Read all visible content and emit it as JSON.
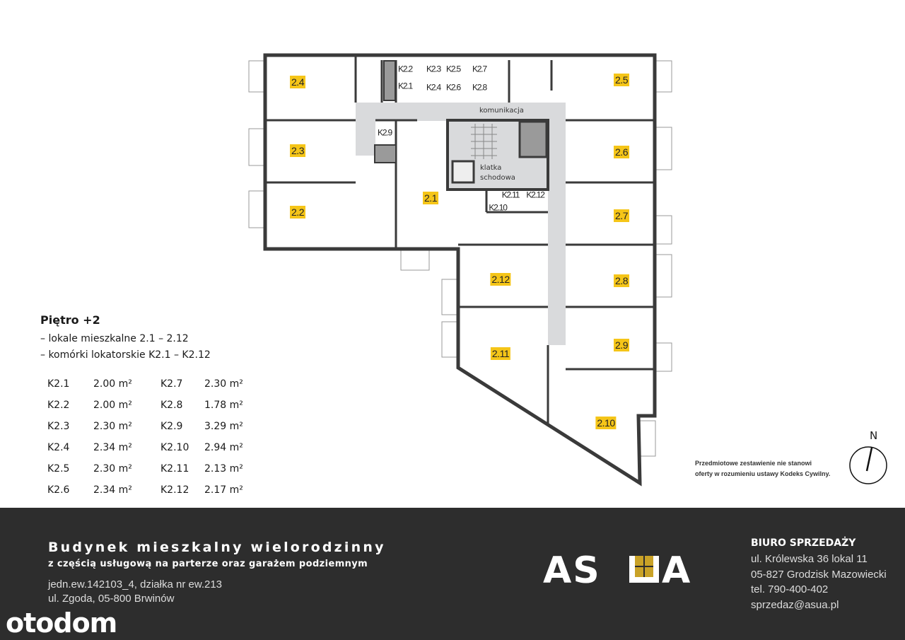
{
  "plan": {
    "units": [
      {
        "id": "unit-2-4",
        "label": "2.4"
      },
      {
        "id": "unit-2-3",
        "label": "2.3"
      },
      {
        "id": "unit-2-2",
        "label": "2.2"
      },
      {
        "id": "unit-2-1",
        "label": "2.1"
      },
      {
        "id": "unit-2-5",
        "label": "2.5"
      },
      {
        "id": "unit-2-6",
        "label": "2.6"
      },
      {
        "id": "unit-2-7",
        "label": "2.7"
      },
      {
        "id": "unit-2-8",
        "label": "2.8"
      },
      {
        "id": "unit-2-9",
        "label": "2.9"
      },
      {
        "id": "unit-2-10",
        "label": "2.10"
      },
      {
        "id": "unit-2-11",
        "label": "2.11"
      },
      {
        "id": "unit-2-12",
        "label": "2.12"
      }
    ],
    "storage": [
      "K2.2",
      "K2.1",
      "K2.3",
      "K2.5",
      "K2.4",
      "K2.6",
      "K2.7",
      "K2.8",
      "K2.9",
      "K2.11",
      "K2.12",
      "K2.10"
    ],
    "corridor_label": "komunikacja",
    "stair_label_1": "klatka",
    "stair_label_2": "schodowa",
    "colors": {
      "unit_badge": "#f5c518",
      "corridor": "#d9dadc",
      "wall": "#3a3a3a",
      "footer": "#2d2d2d",
      "logo_accent": "#c9a227"
    }
  },
  "legend": {
    "title": "Piętro +2",
    "line1": "– lokale mieszkalne 2.1 – 2.12",
    "line2": "– komórki lokatorskie K2.1 – K2.12",
    "rows": [
      {
        "k1": "K2.1",
        "a1": "2.00 m²",
        "k2": "K2.7",
        "a2": "2.30 m²"
      },
      {
        "k1": "K2.2",
        "a1": "2.00 m²",
        "k2": "K2.8",
        "a2": "1.78 m²"
      },
      {
        "k1": "K2.3",
        "a1": "2.30 m²",
        "k2": "K2.9",
        "a2": "3.29 m²"
      },
      {
        "k1": "K2.4",
        "a1": "2.34 m²",
        "k2": "K2.10",
        "a2": "2.94 m²"
      },
      {
        "k1": "K2.5",
        "a1": "2.30 m²",
        "k2": "K2.11",
        "a2": "2.13 m²"
      },
      {
        "k1": "K2.6",
        "a1": "2.34 m²",
        "k2": "K2.12",
        "a2": "2.17 m²"
      }
    ]
  },
  "disclaimer": {
    "line1": "Przedmiotowe zestawienie nie stanowi",
    "line2": "oferty w rozumieniu ustawy Kodeks Cywilny."
  },
  "compass": {
    "label": "N",
    "icon": "north-arrow-icon"
  },
  "footer": {
    "title": "Budynek mieszkalny wielorodzinny",
    "subtitle": "z częścią usługową na parterze oraz garażem podziemnym",
    "address1": "jedn.ew.142103_4, działka nr ew.213",
    "address2": "ul. Zgoda, 05-800 Brwinów",
    "watermark": "otodom",
    "logo_text": "ASUA",
    "sales": {
      "title": "BIURO SPRZEDAŻY",
      "street": "ul. Królewska 36 lokal 11",
      "city": "05-827 Grodzisk Mazowiecki",
      "phone": "tel. 790-400-402",
      "email": "sprzedaz@asua.pl"
    }
  }
}
